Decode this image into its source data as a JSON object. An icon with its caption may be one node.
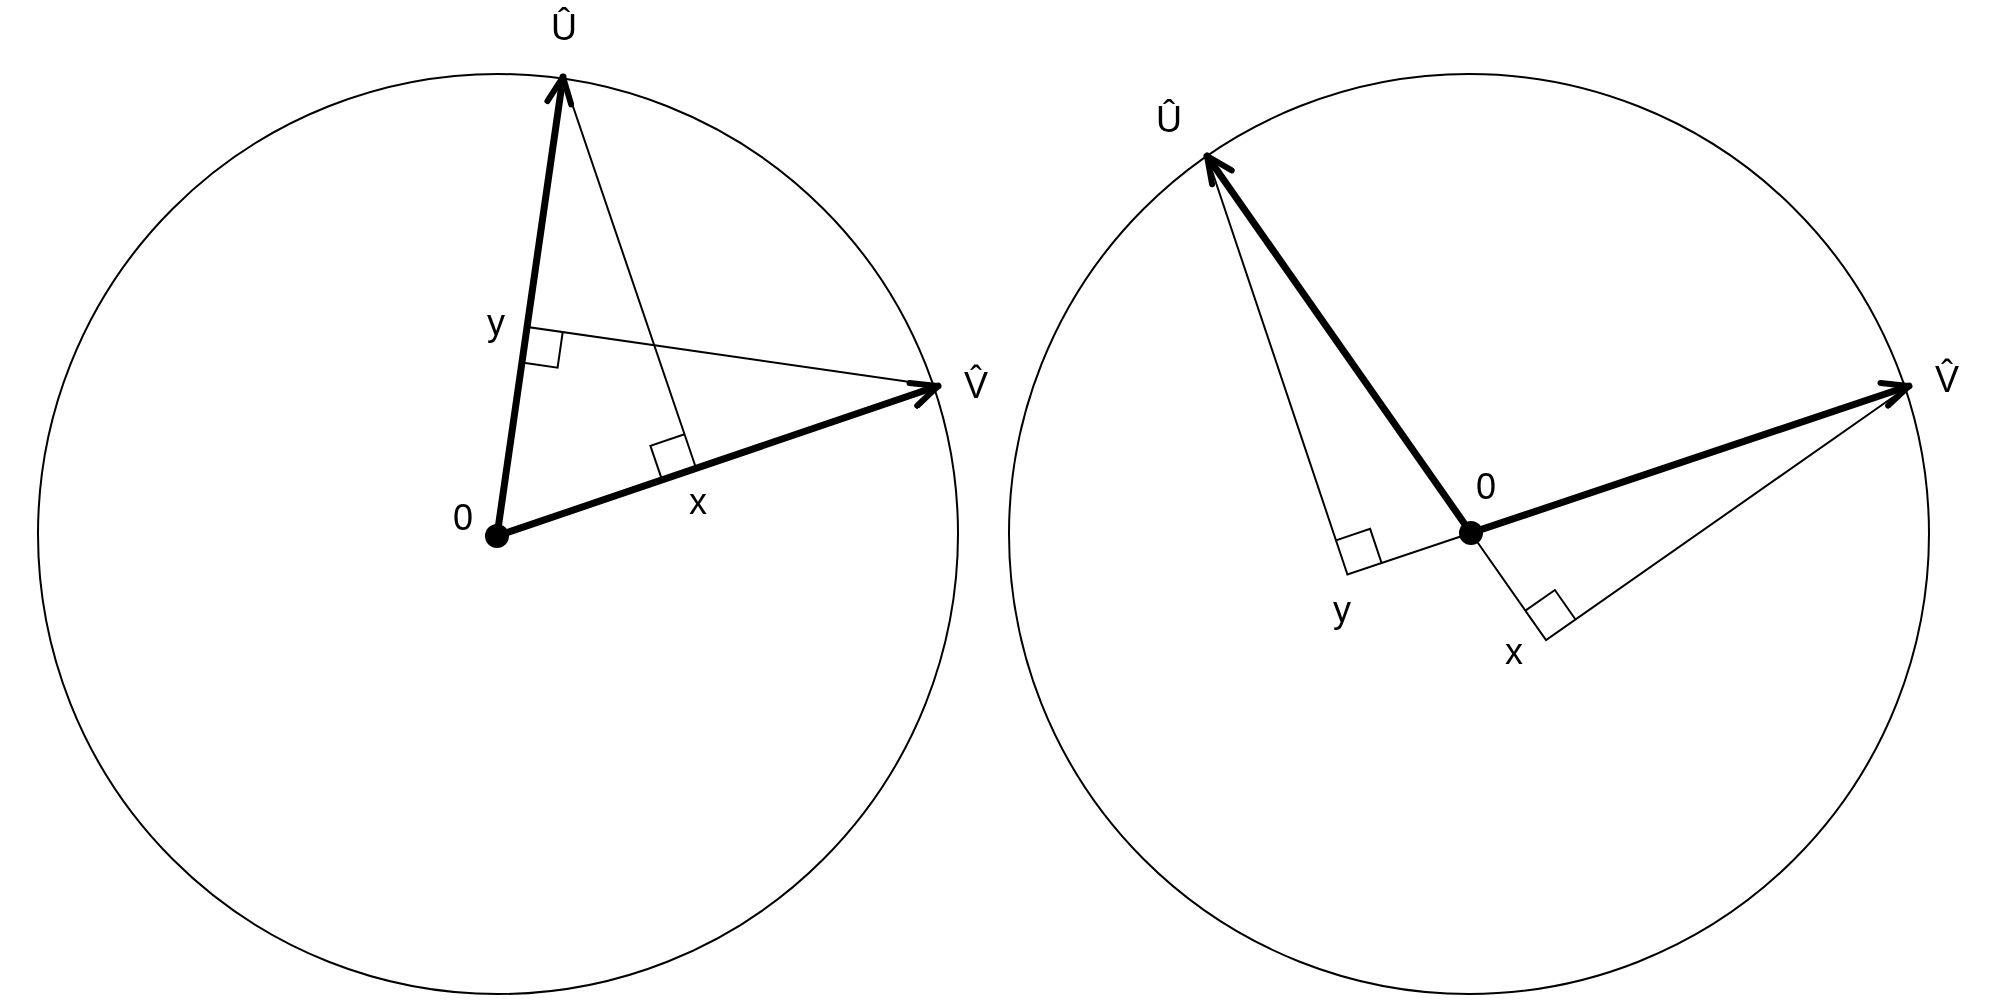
{
  "diagram": {
    "nodes": [
      {
        "text": [],
        "shape": "circle",
        "beside": [
          "0"
        ]
      },
      {
        "text": [
          "Û"
        ]
      },
      {
        "text": [
          "V̂"
        ]
      },
      {
        "text": [],
        "shape": "circle",
        "beside": [
          "0"
        ]
      },
      {
        "text": [
          "Û"
        ]
      },
      {
        "text": [
          "V̂"
        ]
      }
    ],
    "edges": [
      {
        "from": 0,
        "to": 1,
        "arrow": "to"
      },
      {
        "from": 0,
        "to": 2,
        "arrow": "to"
      },
      {
        "from": 3,
        "to": 4,
        "arrow": "to"
      },
      {
        "from": 3,
        "to": 5,
        "arrow": "to"
      }
    ],
    "labels": [
      "y",
      "x",
      "y",
      "x"
    ]
  }
}
